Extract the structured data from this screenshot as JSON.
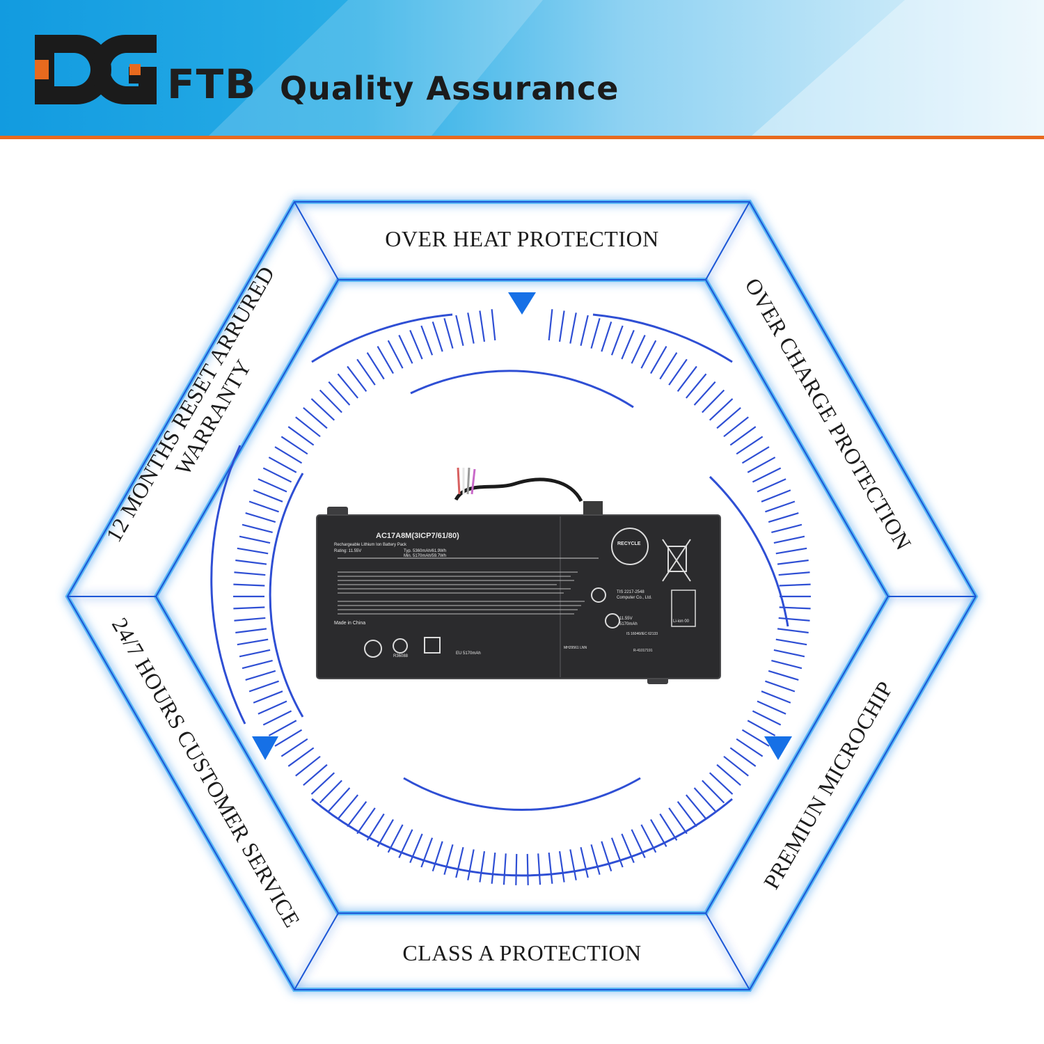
{
  "header": {
    "logo_letters": "DG",
    "logo_suffix": "FTB",
    "tagline": "Quality Assurance",
    "colors": {
      "banner": "#1ea3e0",
      "banner_light": "#bfe6f8",
      "accent_line": "#e86a1e",
      "logo_accent": "#e86a1e"
    }
  },
  "features": {
    "top": "OVER HEAT PROTECTION",
    "top_right": "OVER CHARGE PROTECTION",
    "bottom_right": "PREMIUN MICROCHIP",
    "bottom": "CLASS A PROTECTION",
    "bottom_left": "24/7 HOURS CUSTOMER SERVICE",
    "top_left_line1": "12 MONTHS RESET ARRURED",
    "top_left_line2": "WARRANTY"
  },
  "battery": {
    "model": "AC17A8M(3ICP7/61/80)",
    "type": "Rechargeable Lithium Ion Battery Pack",
    "rating": "Rating: 11.55V",
    "capacity": "Typ. 5360mAh/61.9Wh",
    "min_capacity": "Min. 5170mAh/59.7Wh",
    "made_in": "Made in China",
    "tis": "TIS 2217-2548",
    "company": "Computer Co., Ltd.",
    "voltage": "11.55V",
    "mah": "5170mAh",
    "eu": "EU 5170mAh",
    "r_code": "R36088",
    "li_ion": "Li-ion 00",
    "recycle": "RECYCLE",
    "iec": "IS 16046/IEC 62133",
    "r_number": "R-41017191",
    "ul": "MH29561 LNN"
  },
  "colors": {
    "hex_glow": "#3fa9f5",
    "hex_line": "#1a57d6",
    "ticks": "#2f4fd4",
    "arrow": "#1670e6",
    "battery_body": "#2b2b2d"
  }
}
